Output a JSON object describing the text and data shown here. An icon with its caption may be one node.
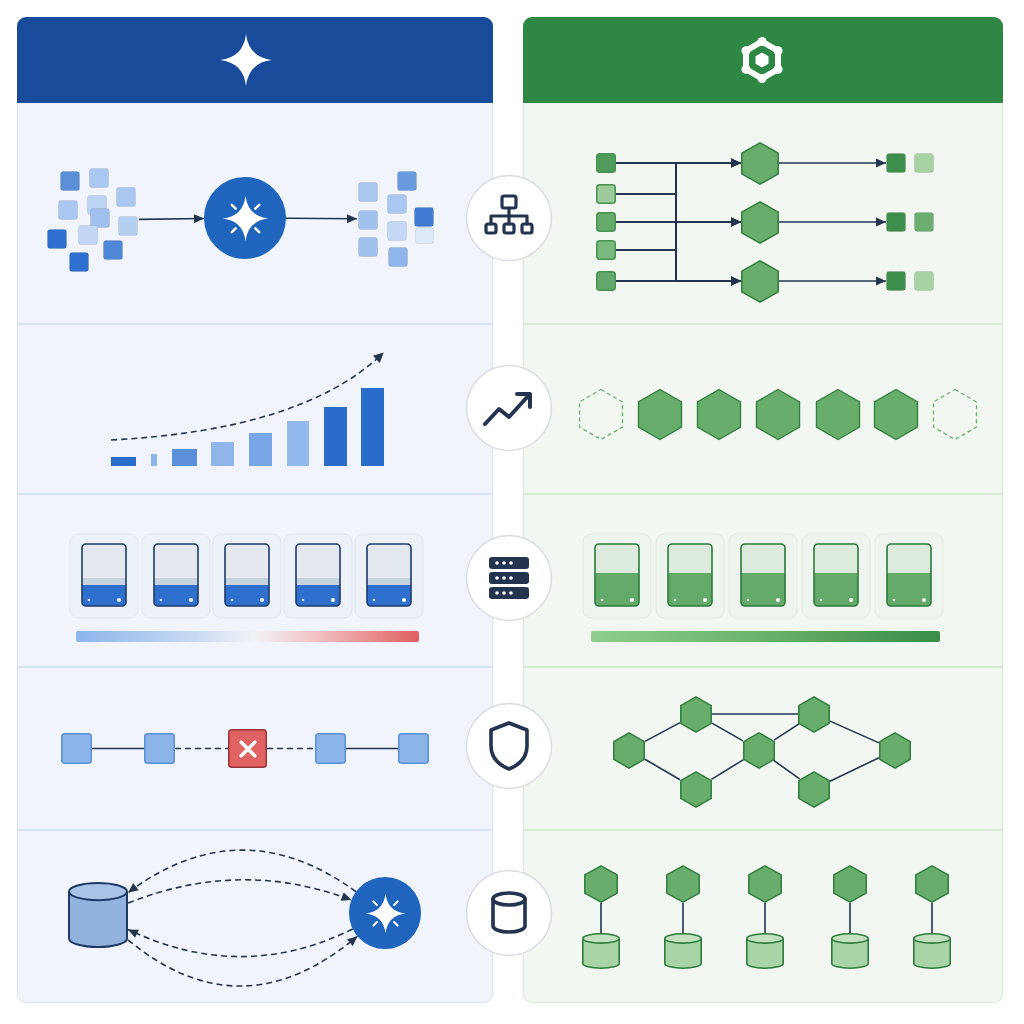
{
  "diagram": {
    "nodes": [
      {
        "text": [],
        "shape": "picture"
      },
      {
        "text": [],
        "shape": "circle"
      },
      {
        "text": [],
        "shape": "picture"
      },
      {
        "text": [],
        "shape": "box"
      },
      {
        "text": [],
        "shape": "box"
      },
      {
        "text": [],
        "shape": "box"
      },
      {
        "text": [],
        "shape": "box"
      },
      {
        "text": [],
        "shape": "box"
      },
      {
        "text": [],
        "shape": "hexagon"
      },
      {
        "text": [],
        "shape": "hexagon"
      },
      {
        "text": [],
        "shape": "hexagon"
      },
      {
        "text": [],
        "shape": "picture"
      },
      {
        "text": [],
        "shape": "picture"
      },
      {
        "text": [],
        "shape": "picture"
      },
      {
        "text": [],
        "shape": "box"
      },
      {
        "text": [],
        "shape": "box"
      },
      {
        "text": [],
        "shape": "box"
      },
      {
        "text": [],
        "shape": "box"
      },
      {
        "text": [],
        "shape": "box"
      },
      {
        "text": [],
        "shape": "hexagon"
      },
      {
        "text": [],
        "shape": "hexagon"
      },
      {
        "text": [],
        "shape": "hexagon"
      },
      {
        "text": [],
        "shape": "hexagon"
      },
      {
        "text": [],
        "shape": "hexagon"
      },
      {
        "text": [],
        "shape": "hexagon"
      },
      {
        "text": [],
        "shape": "hexagon"
      },
      {
        "text": [],
        "shape": "cylinder"
      },
      {
        "text": [],
        "shape": "circle"
      },
      {
        "text": [],
        "shape": "hexagon"
      },
      {
        "text": [],
        "shape": "hexagon"
      },
      {
        "text": [],
        "shape": "hexagon"
      },
      {
        "text": [],
        "shape": "hexagon"
      },
      {
        "text": [],
        "shape": "hexagon"
      },
      {
        "text": [],
        "shape": "cylinder"
      },
      {
        "text": [],
        "shape": "cylinder"
      },
      {
        "text": [],
        "shape": "cylinder"
      },
      {
        "text": [],
        "shape": "cylinder"
      },
      {
        "text": [],
        "shape": "cylinder"
      }
    ],
    "edges": [
      {
        "from": 0,
        "to": 1,
        "arrow": "to"
      },
      {
        "from": 1,
        "to": 2,
        "arrow": "to"
      },
      {
        "from": 3,
        "to": 8,
        "arrow": "to"
      },
      {
        "from": 3,
        "to": 9,
        "arrow": "to"
      },
      {
        "from": 3,
        "to": 10,
        "arrow": "to"
      },
      {
        "from": 4,
        "to": 8,
        "arrow": "to"
      },
      {
        "from": 4,
        "to": 9,
        "arrow": "to"
      },
      {
        "from": 4,
        "to": 10,
        "arrow": "to"
      },
      {
        "from": 5,
        "to": 8,
        "arrow": "to"
      },
      {
        "from": 5,
        "to": 9,
        "arrow": "to"
      },
      {
        "from": 5,
        "to": 10,
        "arrow": "to"
      },
      {
        "from": 6,
        "to": 8,
        "arrow": "to"
      },
      {
        "from": 6,
        "to": 9,
        "arrow": "to"
      },
      {
        "from": 6,
        "to": 10,
        "arrow": "to"
      },
      {
        "from": 7,
        "to": 8,
        "arrow": "to"
      },
      {
        "from": 7,
        "to": 9,
        "arrow": "to"
      },
      {
        "from": 7,
        "to": 10,
        "arrow": "to"
      },
      {
        "from": 8,
        "to": 11,
        "arrow": "to"
      },
      {
        "from": 9,
        "to": 12,
        "arrow": "to"
      },
      {
        "from": 10,
        "to": 13,
        "arrow": "to"
      },
      {
        "from": 14,
        "to": 15,
        "arrow": "none"
      },
      {
        "from": 15,
        "to": 16,
        "arrow": "none",
        "style": "dashed"
      },
      {
        "from": 16,
        "to": 17,
        "arrow": "none",
        "style": "dashed"
      },
      {
        "from": 17,
        "to": 18,
        "arrow": "none"
      },
      {
        "from": 19,
        "to": 20,
        "arrow": "none"
      },
      {
        "from": 19,
        "to": 21,
        "arrow": "none"
      },
      {
        "from": 20,
        "to": 23,
        "arrow": "none"
      },
      {
        "from": 20,
        "to": 22,
        "arrow": "none"
      },
      {
        "from": 21,
        "to": 22,
        "arrow": "none"
      },
      {
        "from": 22,
        "to": 23,
        "arrow": "none"
      },
      {
        "from": 22,
        "to": 24,
        "arrow": "none"
      },
      {
        "from": 23,
        "to": 25,
        "arrow": "none"
      },
      {
        "from": 24,
        "to": 25,
        "arrow": "none"
      },
      {
        "from": 27,
        "to": 26,
        "arrow": "to",
        "style": "dashed"
      },
      {
        "from": 26,
        "to": 27,
        "arrow": "to",
        "style": "dashed"
      },
      {
        "from": 27,
        "to": 26,
        "arrow": "to",
        "style": "dashed"
      },
      {
        "from": 26,
        "to": 27,
        "arrow": "to",
        "style": "dashed"
      },
      {
        "from": 28,
        "to": 33,
        "arrow": "none"
      },
      {
        "from": 29,
        "to": 34,
        "arrow": "none"
      },
      {
        "from": 30,
        "to": 35,
        "arrow": "none"
      },
      {
        "from": 31,
        "to": 36,
        "arrow": "none"
      },
      {
        "from": 32,
        "to": 37,
        "arrow": "none"
      }
    ]
  }
}
